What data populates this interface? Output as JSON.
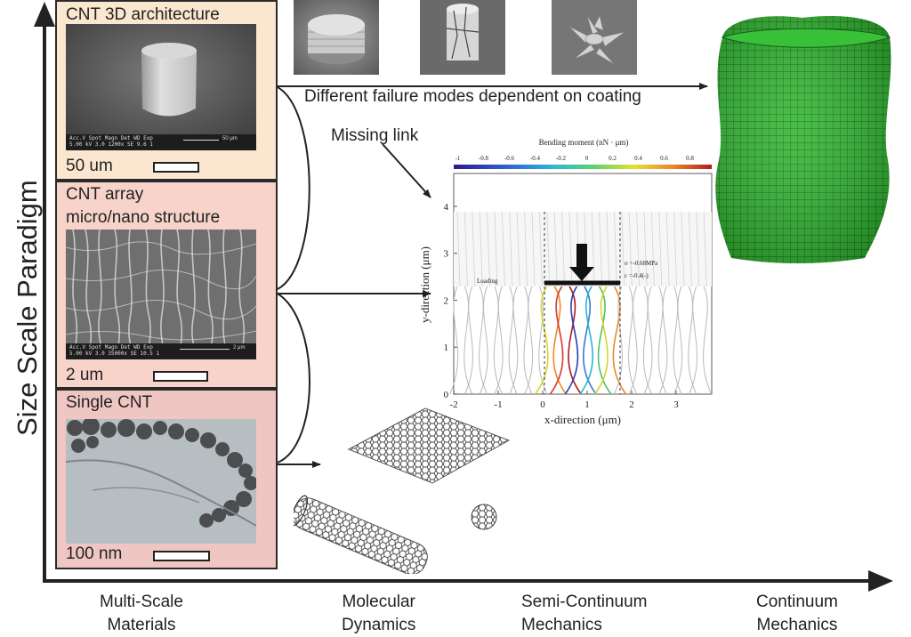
{
  "y_axis_title": "Size Scale Paradigm",
  "panels": {
    "top": {
      "title": "CNT 3D architecture",
      "scale": "50 um",
      "sem_info_l1": "Acc.V  Spot Magn    Det  WD  Exp",
      "sem_info_l2": "5.00 kV 3.0   1200x     SE   9.6  1",
      "sem_scale": "50 μm"
    },
    "middle": {
      "title_line1": "CNT array",
      "title_line2": "micro/nano structure",
      "scale": "2 um",
      "sem_info_l1": "Acc.V  Spot Magn    Det  WD  Exp",
      "sem_info_l2": "5.00 kV 3.0   35000x   SE  10.5  1",
      "sem_scale": "2 μm"
    },
    "bottom": {
      "title": "Single CNT",
      "scale": "100 nm"
    }
  },
  "captions": {
    "failure_modes": "Different failure modes dependent on coating",
    "missing_link": "Missing link"
  },
  "x_axis_labels": [
    {
      "line1": "Multi-Scale",
      "line2": "Materials"
    },
    {
      "line1": "Molecular",
      "line2": "Dynamics"
    },
    {
      "line1": "Semi-Continuum",
      "line2": "Mechanics"
    },
    {
      "line1": "Continuum",
      "line2": "Mechanics"
    }
  ],
  "inset_plot": {
    "colorbar_title": "Bending moment (nN · μm)",
    "colorbar_ticks": [
      "-1",
      "-0.8",
      "-0.6",
      "-0.4",
      "-0.2",
      "0",
      "0.2",
      "0.4",
      "0.6",
      "0.8"
    ],
    "xlabel": "x-direction (μm)",
    "ylabel": "y-direction (μm)",
    "x_ticks": [
      "-2",
      "-1",
      "0",
      "1",
      "2",
      "3"
    ],
    "y_ticks": [
      "0",
      "1",
      "2",
      "3",
      "4"
    ],
    "loading_label": "Loading",
    "sigma_label": "σ =-0.68MPa",
    "epsilon_label": "ε =-0.4(-)"
  },
  "colors": {
    "panel_top_bg": "#fbe7cf",
    "panel_mid_bg": "#f7d3c9",
    "panel_bot_bg": "#f0c6c3",
    "continuum_green": "#2fb52f"
  }
}
